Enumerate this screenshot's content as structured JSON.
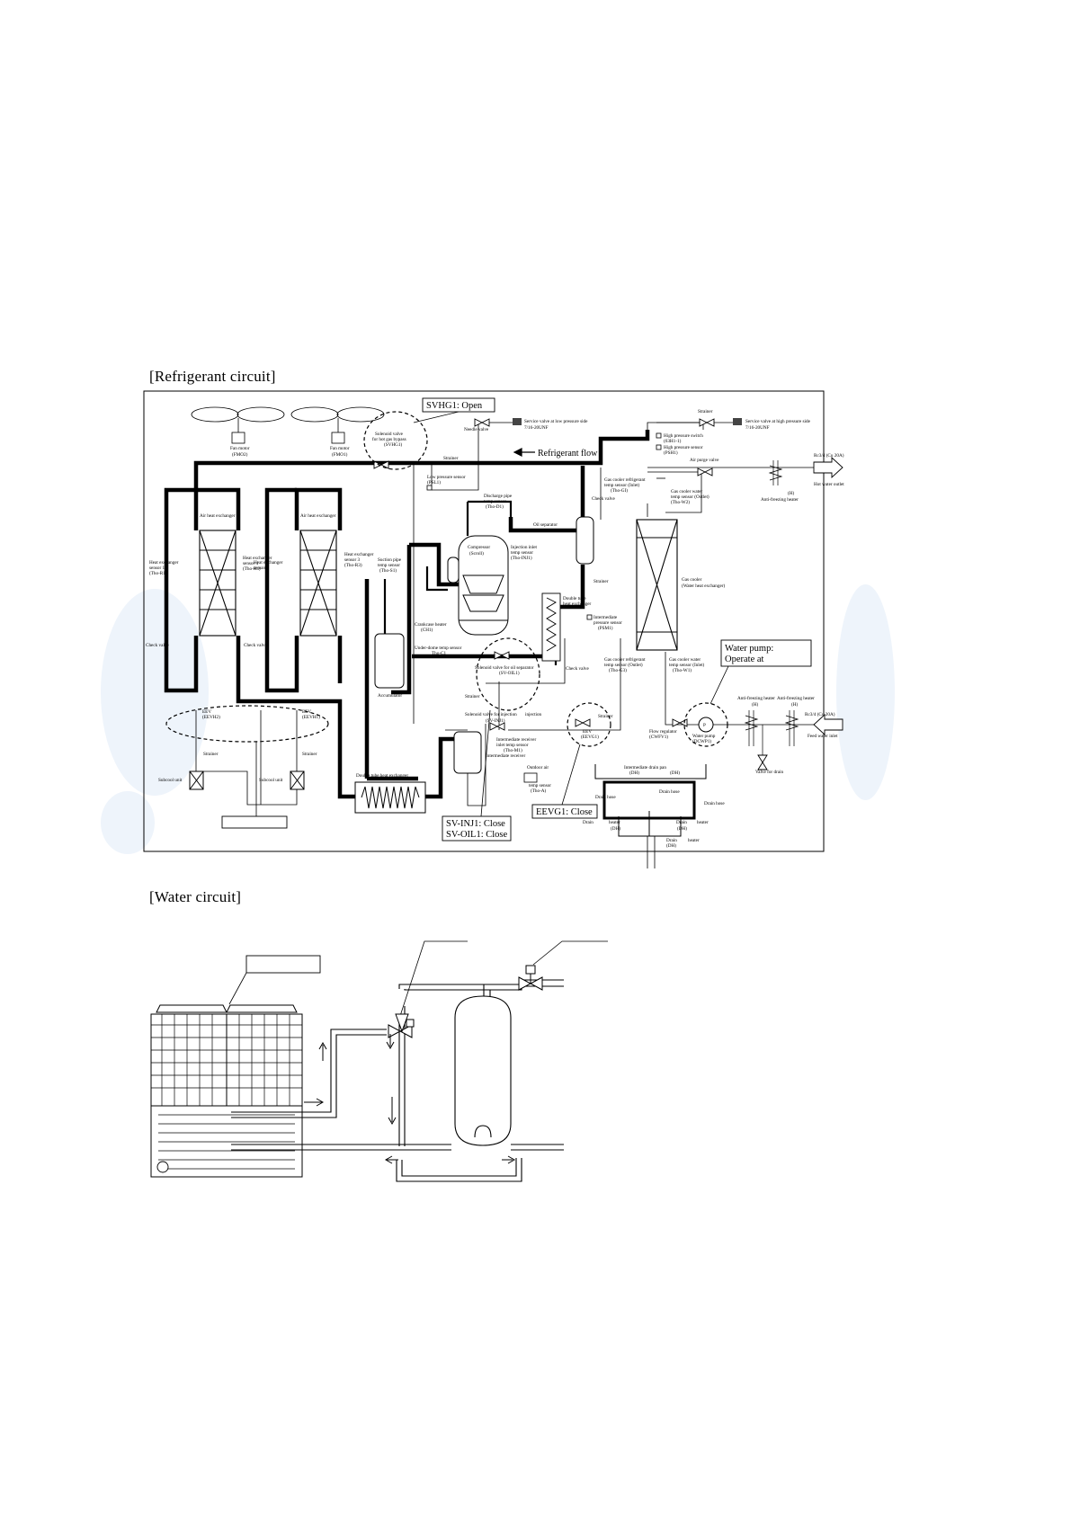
{
  "sections": {
    "refrigerant_title": "[Refrigerant circuit]",
    "water_title": "[Water circuit]"
  },
  "status_boxes": {
    "svhg1": "SVHG1: Open",
    "water_pump_1": "Water pump:",
    "water_pump_2": "Operate at",
    "eevg1": "EEVG1: Close",
    "sv_inj1": "SV-INJ1: Close",
    "sv_oil1": "SV-OIL1: Close"
  },
  "labels": {
    "refrigerant_flow": "Refrigerant flow",
    "fan_motor": "Fan motor",
    "fmo2": "(FMO2)",
    "fmo1": "(FMO1)",
    "solenoid_hot_gas_1": "Solenoid valve",
    "solenoid_hot_gas_2": "for hot gas bypass",
    "solenoid_hot_gas_3": "(SVHG1)",
    "needle_valve": "Needle valve",
    "service_low_1": "Service valve at low pressure side",
    "service_low_2": "7/16-20UNF",
    "strainer": "Strainer",
    "service_high_1": "Service valve at high pressure side",
    "service_high_2": "7/16-20UNF",
    "hp_switch_1": "High pressure switch",
    "hp_switch_2": "(63H1-1)",
    "hp_sensor_1": "High pressure sensor",
    "hp_sensor_2": "(PSH1)",
    "lp_sensor_1": "Low pressure sensor",
    "lp_sensor_2": "(PSL1)",
    "air_purge": "Air purge valve",
    "hot_water_out_1": "Rc3/4 (Cu 20A)",
    "hot_water_out_2": "Hot water outlet",
    "anti_freeze_1": "(H)",
    "anti_freeze_2": "Anti-freezing heater",
    "gc_ref_in_1": "Gas cooler refrigerant",
    "gc_ref_in_2": "temp sensor (Inlet)",
    "gc_ref_in_3": "(Tho-GI)",
    "check_valve": "Check valve",
    "gc_water_out_1": "Gas cooler water",
    "gc_water_out_2": "temp sensor (Outlet)",
    "gc_water_out_3": "(Tho-W2)",
    "discharge_1": "Discharge pipe",
    "discharge_2": "temp sensor",
    "discharge_3": "(Tho-D1)",
    "oil_separator": "Oil separator",
    "air_hx": "Air heat exchanger",
    "hx_sensor_1": "Heat exchanger",
    "hx_sensor_1b": "sensor 1",
    "hx_sensor_1c": "(Tho-R1)",
    "hx_sensor_4": "sensor 4",
    "hx_sensor_4b": "(Tho-R4)",
    "hx_sensor_3": "sensor 3",
    "hx_sensor_3b": "(Tho-R3)",
    "suction_1": "Suction pipe",
    "suction_2": "temp sensor",
    "suction_3": "(Tho-S1)",
    "compressor_1": "Compressor",
    "compressor_2": "(Scroll)",
    "inj_inlet_1": "Injection inlet",
    "inj_inlet_2": "temp sensor",
    "inj_inlet_3": "(Tho-INJ1)",
    "gas_cooler_1": "Gas cooler",
    "gas_cooler_2": "(Water heat exchanger)",
    "dt_hx_1": "Double tube",
    "dt_hx_2": "heat exchanger",
    "inter_press_1": "Intermediate",
    "inter_press_2": "pressure sensor",
    "inter_press_3": "(PSM1)",
    "crankcase_1": "Crankcase heater",
    "crankcase_2": "(CH1)",
    "underdome_1": "Under-dome temp sensor",
    "underdome_2": "Tho-C1",
    "accumulator": "Accumulator",
    "sol_oil_1": "Solenoid valve for oil separator",
    "sol_oil_2": "(SV-OIL1)",
    "sol_inj_1": "Solenoid valve for injection",
    "sol_inj_2": "(SV-INJ1)",
    "injection": "injection",
    "inter_recv_temp_1": "Intermediate receiver",
    "inter_recv_temp_2": "inlet temp sensor",
    "inter_recv_temp_3": "(Tho-M1)",
    "inter_recv": "Intermediate receiver",
    "eev": "EEV",
    "eevh2": "(EEVH2)",
    "eevh1": "(EEVH1)",
    "eevg1": "(EEVG1)",
    "subcool": "Subcool unit",
    "dt_hx_main": "Double tube heat exchanger",
    "outdoor_air_1": "Outdoor air",
    "outdoor_air_2": "temp sensor",
    "outdoor_air_3": "(Tho-A)",
    "gc_ref_out_1": "Gas cooler refrigerant",
    "gc_ref_out_2": "temp sensor (Outlet)",
    "gc_ref_out_3": "(Tho-G3)",
    "gc_water_in_1": "Gas cooler water",
    "gc_water_in_2": "temp sensor (Inlet)",
    "gc_water_in_3": "(Tho-W1)",
    "flow_reg_1": "Flow regulator",
    "flow_reg_2": "(CWFV1)",
    "water_pump_1": "Water pump",
    "water_pump_2": "(DCWP1)",
    "feed_water_1": "Rc3/4 (Cu 20A)",
    "feed_water_2": "Feed water inlet",
    "valve_drain": "Valve for drain",
    "drain_pan_1": "Intermediate drain pan",
    "drain_dh": "(DH)",
    "drain_hose": "Drain hose",
    "drain": "Drain",
    "heater": "heater",
    "anti_freeze_heater": "Anti-freezing heater",
    "pump_symbol": "P"
  }
}
